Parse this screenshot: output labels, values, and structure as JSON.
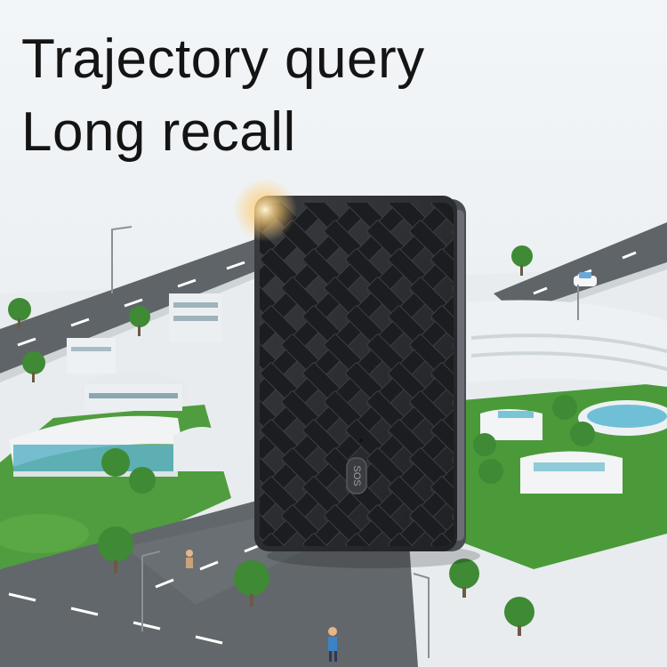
{
  "headline": {
    "line1": "Trajectory query",
    "line2": "Long recall"
  },
  "device": {
    "button_label": "SOS",
    "body_color": "#2b2d30",
    "tile_color": "#1c1d20"
  },
  "colors": {
    "sky": "#eef2f4",
    "road": "#5f6468",
    "grass": "#4a9a3a",
    "building": "#e9ecee",
    "glass": "#5fb3c8",
    "text": "#141414"
  }
}
